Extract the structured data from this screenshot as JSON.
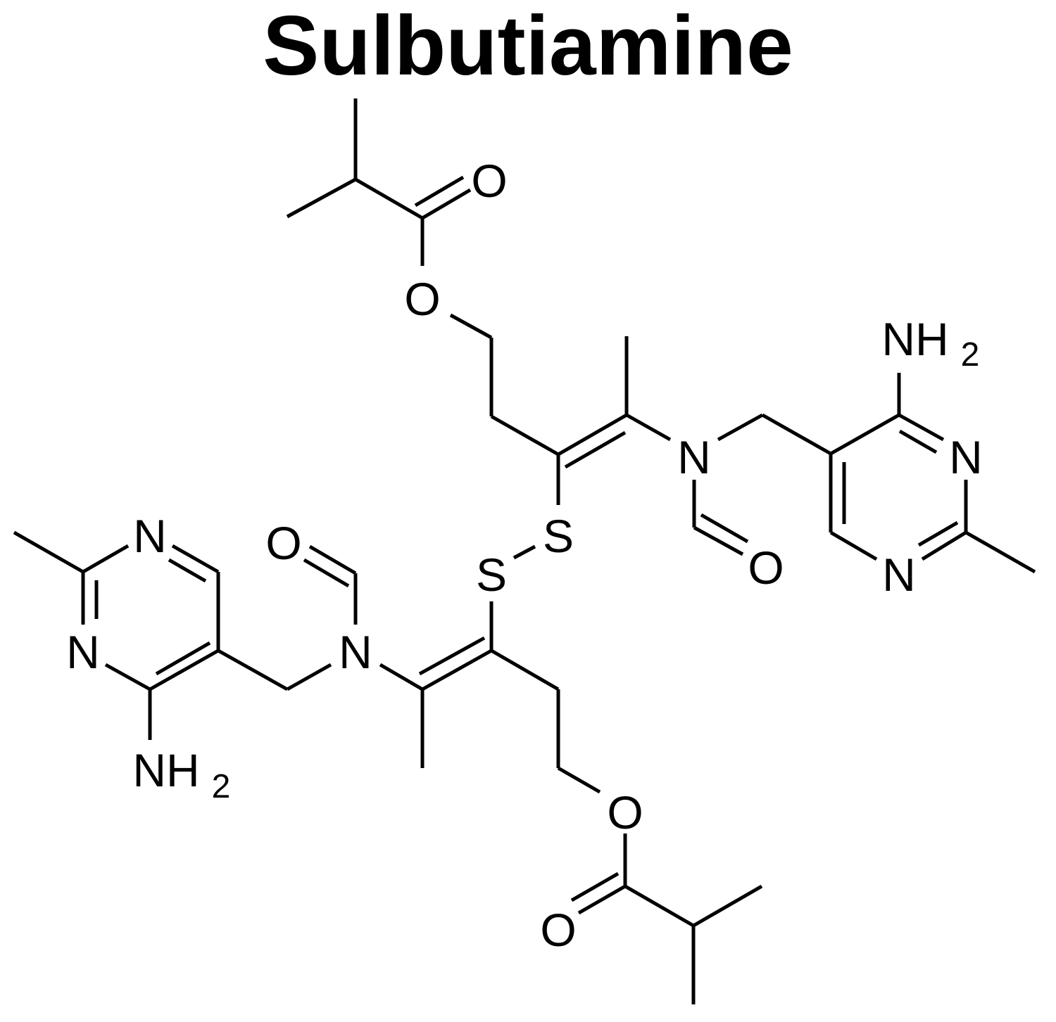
{
  "title": "Sulbutiamine",
  "atoms": {
    "o_carbonyl_top": "O",
    "o_ester_top": "O",
    "s_right": "S",
    "s_left": "S",
    "n_amide_right": "N",
    "o_formyl_right": "O",
    "n_amide_left": "N",
    "o_formyl_left": "O",
    "n_pyr_right_1": "N",
    "n_pyr_right_2": "N",
    "nh2_right": "NH",
    "nh2_right_sub": "2",
    "n_pyr_left_1": "N",
    "n_pyr_left_2": "N",
    "nh2_left": "NH",
    "nh2_left_sub": "2",
    "o_ester_bottom": "O",
    "o_carbonyl_bottom": "O"
  },
  "colors": {
    "ink": "#000000",
    "background": "#ffffff"
  }
}
